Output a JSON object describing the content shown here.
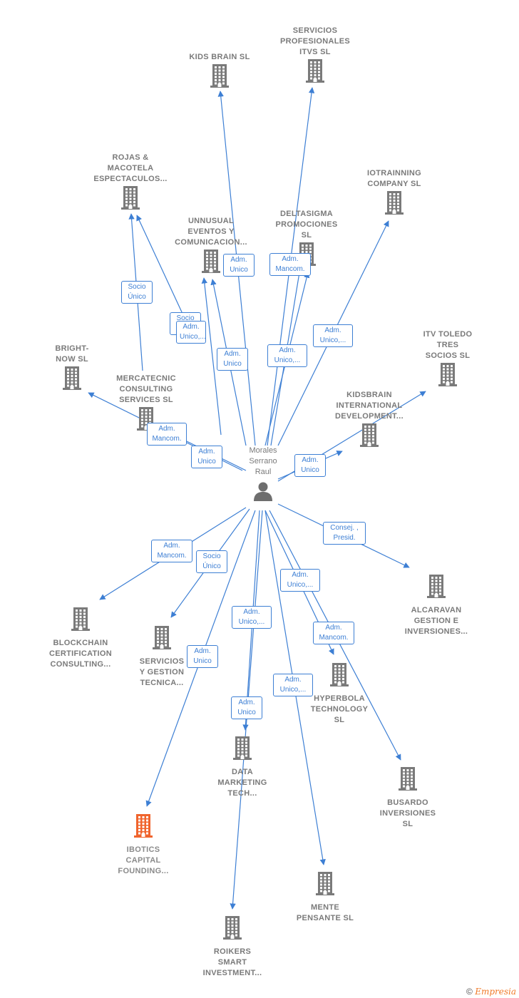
{
  "colors": {
    "edge": "#3d7fd4",
    "building": "#7a7a7a",
    "highlight": "#f0642d"
  },
  "person": {
    "name": "Morales\nSerrano\nRaul",
    "icon": "person-icon"
  },
  "companies": [
    {
      "id": "kids_brain",
      "label": "KIDS BRAIN SL"
    },
    {
      "id": "servicios_prof",
      "label": "SERVICIOS\nPROFESIONALES\nITVS SL"
    },
    {
      "id": "rojas",
      "label": "ROJAS &\nMACOTELA\nESPECTACULOS..."
    },
    {
      "id": "iotrainning",
      "label": "IOTRAINNING\nCOMPANY  SL"
    },
    {
      "id": "unnusual",
      "label": "UNNUSUAL\nEVENTOS Y\nCOMUNICACION..."
    },
    {
      "id": "deltasigma",
      "label": "DELTASIGMA\nPROMOCIONES\nSL"
    },
    {
      "id": "bright",
      "label": "BRIGHT-\nNOW  SL"
    },
    {
      "id": "itv_toledo",
      "label": "ITV TOLEDO\nTRES\nSOCIOS SL"
    },
    {
      "id": "mercatecnic",
      "label": "MERCATECNIC\nCONSULTING\nSERVICES  SL"
    },
    {
      "id": "kidsbrain_int",
      "label": "KIDSBRAIN\nINTERNATIONAL\nDEVELOPMENT..."
    },
    {
      "id": "alcaravan",
      "label": "ALCARAVAN\nGESTION E\nINVERSIONES..."
    },
    {
      "id": "blockchain",
      "label": "BLOCKCHAIN\nCERTIFICATION\nCONSULTING..."
    },
    {
      "id": "servicios_gest",
      "label": "SERVICIOS\nY GESTION\nTECNICA..."
    },
    {
      "id": "hyperbola",
      "label": "HYPERBOLA\nTECHNOLOGY\nSL"
    },
    {
      "id": "data_marketing",
      "label": "DATA\nMARKETING\nTECH..."
    },
    {
      "id": "busardo",
      "label": "BUSARDO\nINVERSIONES\nSL"
    },
    {
      "id": "ibotics",
      "label": "IBOTICS\nCAPITAL\nFOUNDING..."
    },
    {
      "id": "mente",
      "label": "MENTE\nPENSANTE  SL"
    },
    {
      "id": "roikers",
      "label": "ROIKERS\nSMART\nINVESTMENT..."
    }
  ],
  "edge_labels": [
    "Adm.\nUnico",
    "Adm.\nMancom.",
    "Socio\nÚnico",
    "Socio\nÚnico",
    "Adm.\nUnico,...",
    "Adm.\nUnico",
    "Adm.\nUnico,...",
    "Adm.\nUnico,...",
    "Adm.\nMancom.",
    "Adm.\nUnico",
    "Adm.\nUnico",
    "Consej. ,\nPresid.",
    "Adm.\nMancom.",
    "Socio\nÚnico",
    "Adm.\nUnico,...",
    "Adm.\nUnico,...",
    "Adm.\nMancom.",
    "Adm.\nUnico",
    "Adm.\nUnico,...",
    "Adm.\nUnico"
  ],
  "footer": {
    "copyright": "©",
    "brand": "Empresia"
  }
}
